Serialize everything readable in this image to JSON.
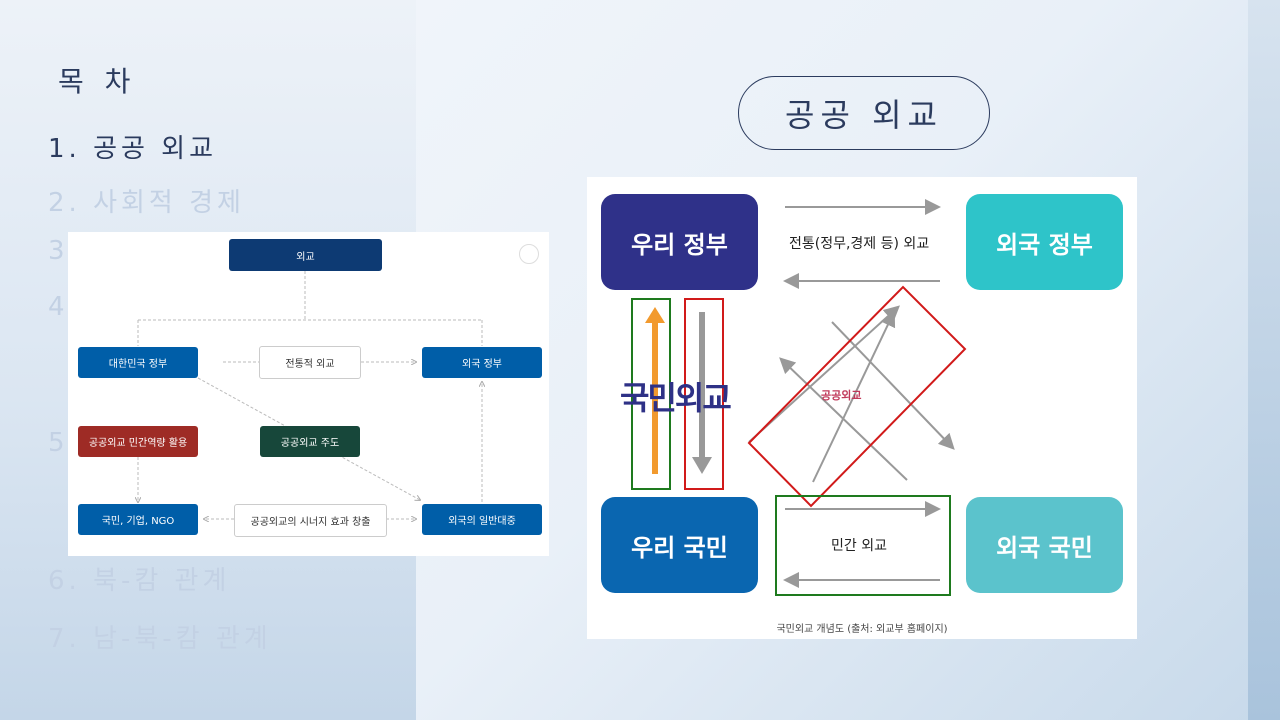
{
  "toc": {
    "heading": "목 차",
    "items": [
      {
        "label": "1. 공공 외교",
        "active": true
      },
      {
        "label": "2. 사회적 경제",
        "active": false
      },
      {
        "label": "3",
        "active": false
      },
      {
        "label": "4",
        "active": false
      },
      {
        "label": "5",
        "active": false
      },
      {
        "label": "6. 북-캄 관계",
        "active": false
      },
      {
        "label": "7. 남-북-캄 관계",
        "active": false
      }
    ]
  },
  "slide_title": "공공  외교",
  "diagram_a": {
    "top": "외교",
    "korea_gov": "대한민국 정부",
    "traditional": "전통적 외교",
    "foreign_gov": "외국 정부",
    "civil_capacity": "공공외교 민간역량 활용",
    "public_lead": "공공외교 주도",
    "citizens": "국민, 기업, NGO",
    "synergy": "공공외교의 시너지 효과 창출",
    "foreign_public": "외국의 일반대중"
  },
  "diagram_b": {
    "our_gov": "우리 정부",
    "foreign_gov": "외국 정부",
    "our_people": "우리 국민",
    "foreign_people": "외국 국민",
    "traditional": "전통(정무,경제 등) 외교",
    "people_diplomacy": "국민외교",
    "public_diplomacy": "공공외교",
    "civil_diplomacy": "민간 외교",
    "caption": "국민외교 개념도 (출처: 외교부 홈페이지)",
    "colors": {
      "gov_ours": "#2f3189",
      "gov_foreign": "#2ec4c9",
      "people_ours": "#0a66b0",
      "people_foreign": "#5bc3cc",
      "orange_arrow": "#f29a2e",
      "red_frame": "#d11a1a",
      "green_frame": "#1e7a1e"
    }
  }
}
